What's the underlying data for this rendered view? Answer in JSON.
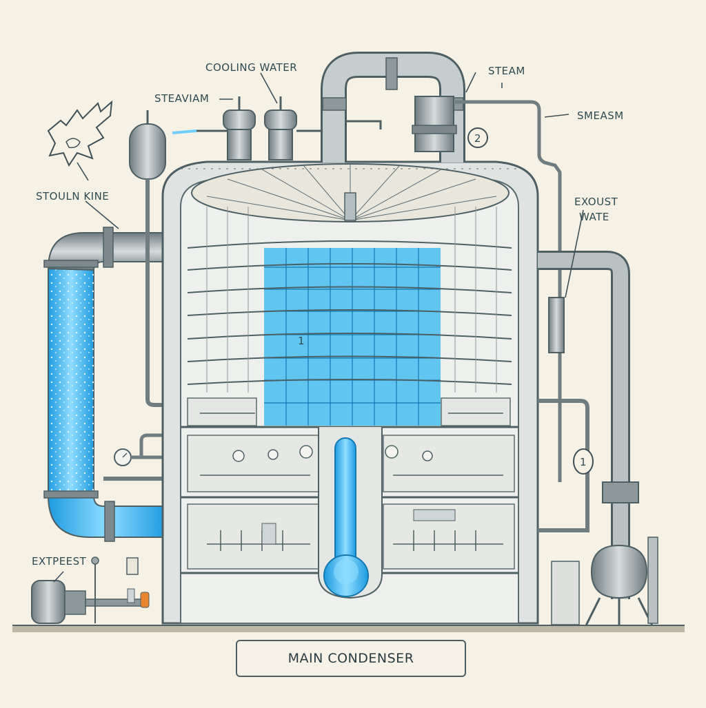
{
  "title": "MAIN CONDENSER",
  "labels": {
    "cooling_water": "COOLING WATER",
    "steam": "STEAM",
    "smeasm": "SMEASM",
    "steaviam": "STEAVIAM",
    "stouln_kine": "STOULN KINE",
    "exoust": "EXOUST",
    "wate": "WATE",
    "expeest": "EXTPEEST"
  },
  "markers": {
    "m1": "1",
    "m2": "2",
    "m3": "1"
  },
  "colors": {
    "background": "#f6f1e5",
    "outline": "#4d5f63",
    "metal": "#9fa8aa",
    "water": "#3fb6f0",
    "water_light": "#a8e2fb"
  }
}
